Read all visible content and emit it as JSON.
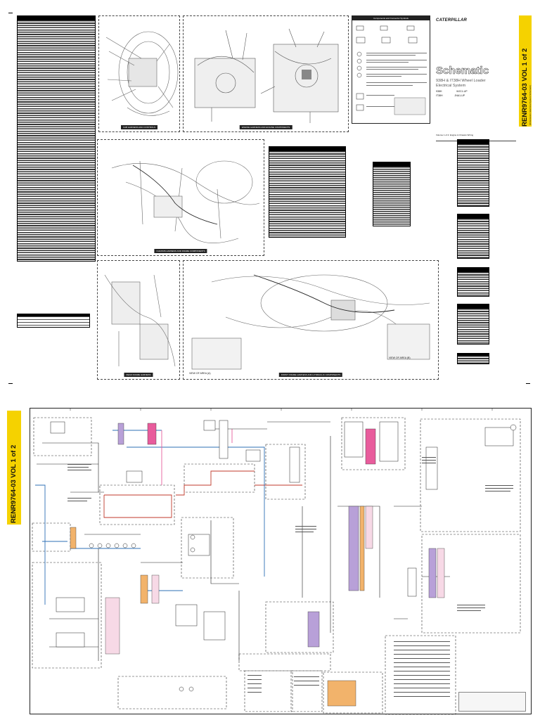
{
  "page": {
    "doc_code": "RENR9764-03 VOL 1 of 2",
    "doc_subtitle_band": "(Dimensions: Electrical System Schematic)"
  },
  "top_sheet": {
    "brand": "CATERPILLAR",
    "title": "Schematic",
    "subtitle_line1": "938H & IT38H Wheel Loader",
    "subtitle_line2": "Electrical System",
    "serial_rows": [
      {
        "model": "938H",
        "prefix": "MJC1-UP"
      },
      {
        "model": "IT38H",
        "prefix": "JNA1-UP"
      }
    ],
    "volume_note": "Volume 1 of 2: Engine & Chassis Wiring",
    "legend_heading": "Components and Connector Symbols",
    "panel_captions": [
      "CAB HARNESS AND CONTROLS",
      "ENGINE HARNESS AND ENGINE COMPONENTS",
      "CHASSIS HARNESS AND FRAME COMPONENTS",
      "REAR FRAME HARNESS",
      "FRONT FRAME HARNESS AND HYDRAULIC COMPONENTS"
    ],
    "view_labels": [
      "VIEW OF AREA (A)",
      "VIEW OF AREA (B)"
    ]
  },
  "bottom_sheet": {
    "doc_code": "RENR9764-03 VOL 1 of 2"
  },
  "colors": {
    "band": "#f5d200",
    "ink": "#111111",
    "wire_red": "#c0392b",
    "wire_blue": "#2e6fb5",
    "wire_pink": "#e85c9c",
    "fill_pink": "#f7d9e6",
    "fill_purple": "#b8a0d8",
    "fill_orange": "#f2b36b"
  }
}
